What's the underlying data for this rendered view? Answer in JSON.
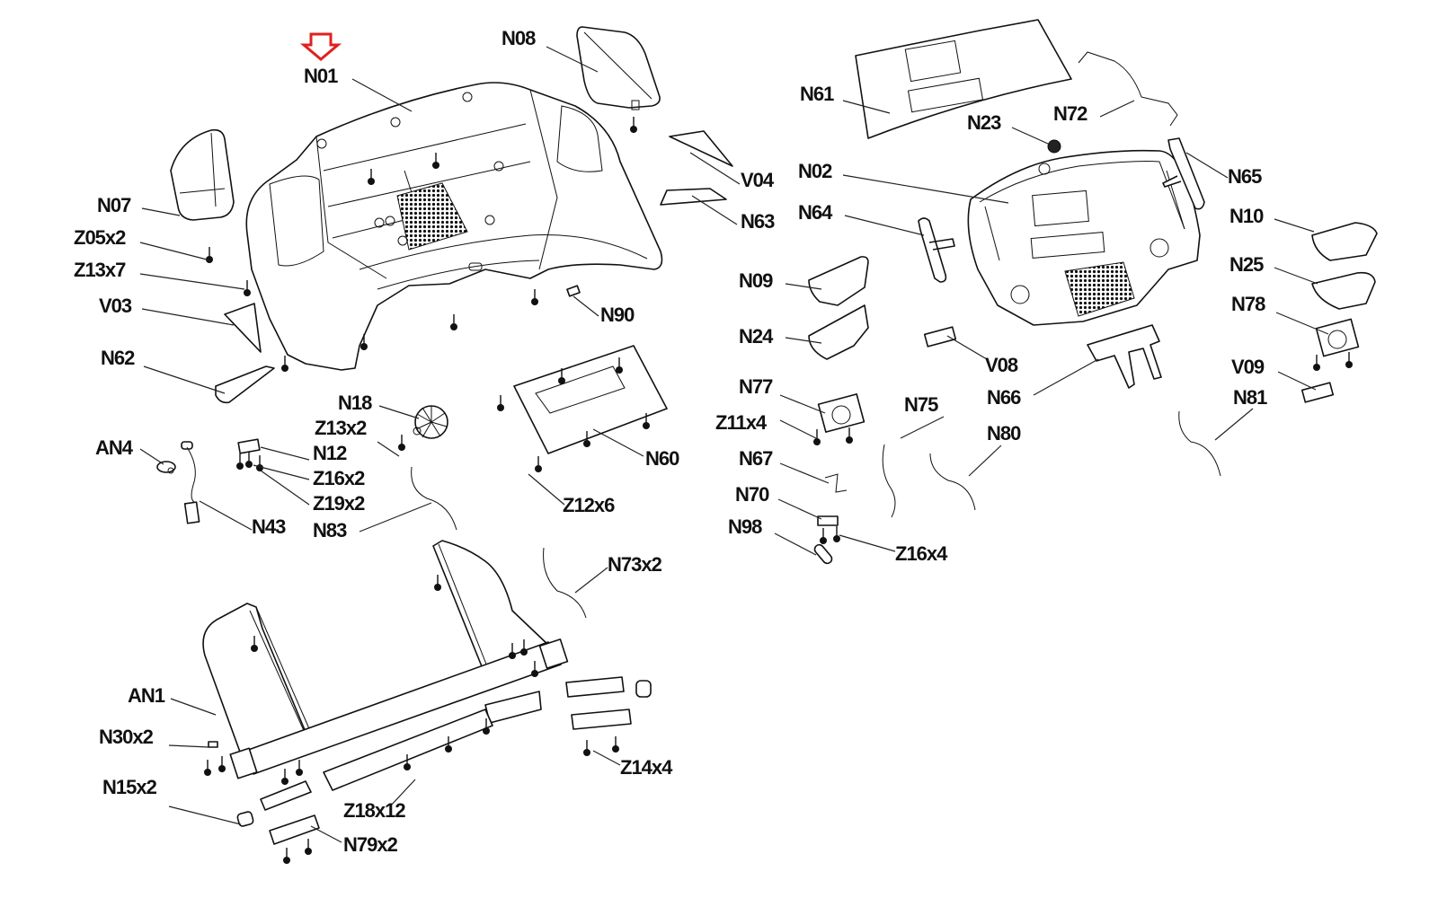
{
  "title": "Console exploded parts diagram",
  "highlight": {
    "part": "N01",
    "marker": "red-down-arrow",
    "color": "#e02020"
  },
  "labels": {
    "N01": "N01",
    "N08": "N08",
    "N07": "N07",
    "Z05x2": "Z05x2",
    "Z13x7": "Z13x7",
    "V03": "V03",
    "N62": "N62",
    "V04": "V04",
    "N63": "N63",
    "N90": "N90",
    "N18": "N18",
    "Z13x2": "Z13x2",
    "N12": "N12",
    "Z16x2": "Z16x2",
    "Z19x2": "Z19x2",
    "AN4": "AN4",
    "N43": "N43",
    "N83": "N83",
    "N60": "N60",
    "Z12x6": "Z12x6",
    "N73x2": "N73x2",
    "AN1": "AN1",
    "N30x2": "N30x2",
    "N15x2": "N15x2",
    "Z18x12": "Z18x12",
    "N79x2": "N79x2",
    "Z14x4": "Z14x4",
    "N61": "N61",
    "N72": "N72",
    "N23": "N23",
    "N02": "N02",
    "N65": "N65",
    "N64": "N64",
    "N10": "N10",
    "N25": "N25",
    "N09": "N09",
    "N24": "N24",
    "N78": "N78",
    "V08": "V08",
    "N66": "N66",
    "V09": "V09",
    "N81": "N81",
    "N77": "N77",
    "Z11x4": "Z11x4",
    "N75": "N75",
    "N80": "N80",
    "N67": "N67",
    "N70": "N70",
    "N98": "N98",
    "Z16x4": "Z16x4"
  }
}
